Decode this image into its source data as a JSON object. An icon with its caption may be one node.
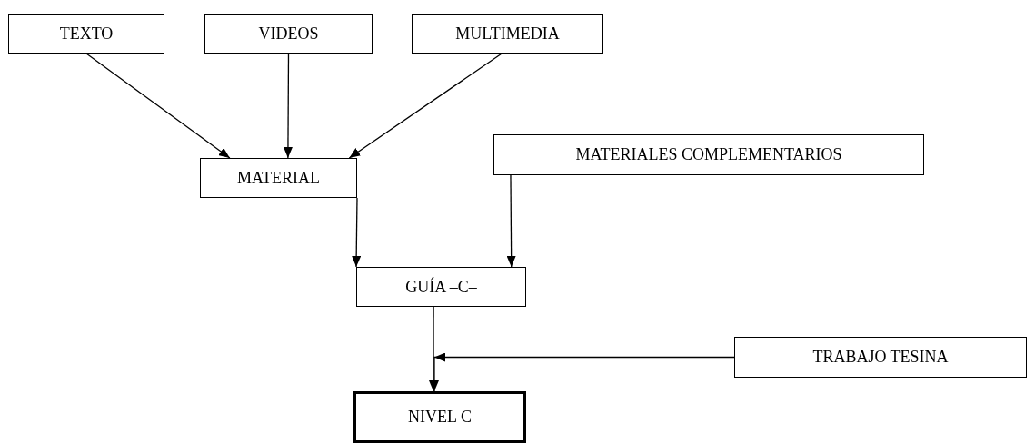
{
  "diagram": {
    "nodes": [
      {
        "text": [
          "TEXTO"
        ]
      },
      {
        "text": [
          "VIDEOS"
        ]
      },
      {
        "text": [
          "MULTIMEDIA"
        ]
      },
      {
        "text": [
          "MATERIAL"
        ]
      },
      {
        "text": [
          "MATERIALES COMPLEMENTARIOS"
        ]
      },
      {
        "text": [
          "GUÍA –C–"
        ]
      },
      {
        "text": [
          "TRABAJO TESINA"
        ]
      },
      {
        "text": [
          "NIVEL C"
        ]
      }
    ],
    "edges": [
      {
        "from": 0,
        "to": 3,
        "arrow": "to"
      },
      {
        "from": 1,
        "to": 3,
        "arrow": "to"
      },
      {
        "from": 2,
        "to": 3,
        "arrow": "to"
      },
      {
        "from": 3,
        "to": 5,
        "arrow": "to"
      },
      {
        "from": 4,
        "to": 5,
        "arrow": "to"
      },
      {
        "from": 5,
        "to": 7,
        "arrow": "to"
      },
      {
        "from": 6,
        "to": 7,
        "arrow": "to"
      }
    ]
  }
}
